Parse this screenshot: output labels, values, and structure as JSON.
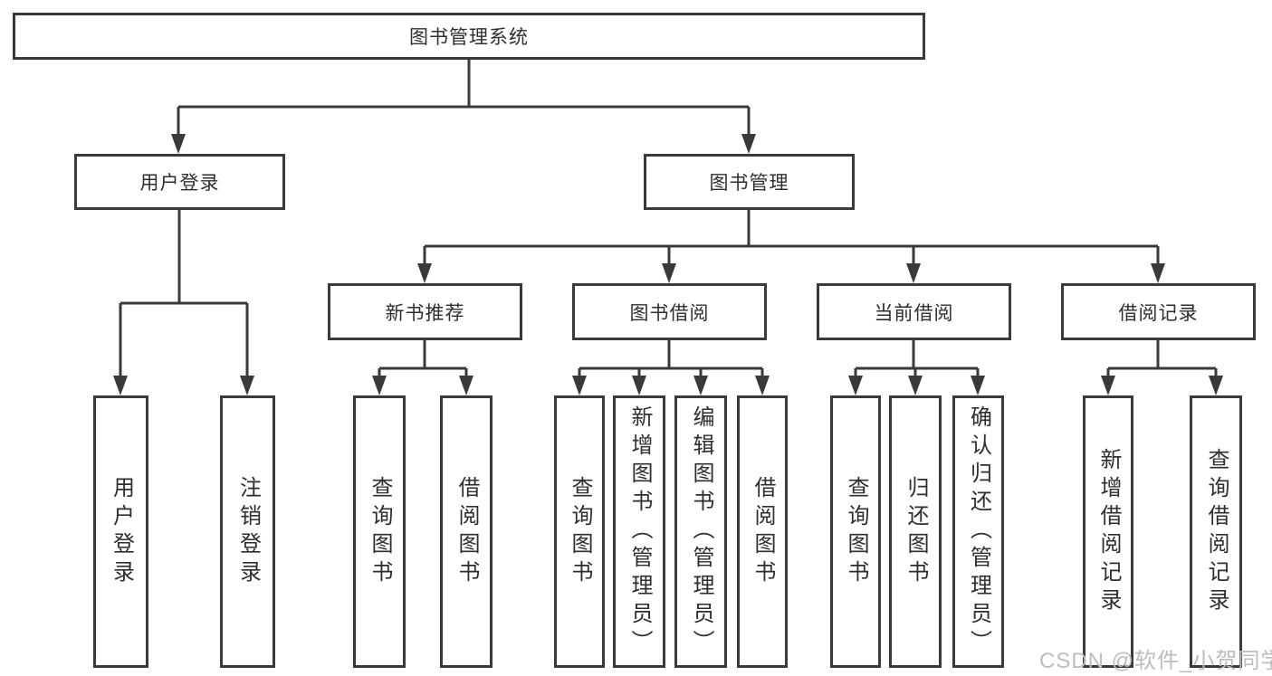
{
  "diagram": {
    "title_node": {
      "label": "图书管理系统"
    },
    "level2": [
      {
        "label": "用户登录"
      },
      {
        "label": "图书管理"
      }
    ],
    "level3": [
      {
        "label": "新书推荐"
      },
      {
        "label": "图书借阅"
      },
      {
        "label": "当前借阅"
      },
      {
        "label": "借阅记录"
      }
    ],
    "leaves": [
      {
        "label": "用户登录",
        "parent": "用户登录"
      },
      {
        "label": "注销登录",
        "parent": "用户登录"
      },
      {
        "label": "查询图书",
        "parent": "新书推荐"
      },
      {
        "label": "借阅图书",
        "parent": "新书推荐"
      },
      {
        "label": "查询图书",
        "parent": "图书借阅"
      },
      {
        "label": "新增图书（管理员）",
        "parent": "图书借阅"
      },
      {
        "label": "编辑图书（管理员）",
        "parent": "图书借阅"
      },
      {
        "label": "借阅图书",
        "parent": "图书借阅"
      },
      {
        "label": "查询图书",
        "parent": "当前借阅"
      },
      {
        "label": "归还图书",
        "parent": "当前借阅"
      },
      {
        "label": "确认归还（管理员）",
        "parent": "当前借阅"
      },
      {
        "label": "新增借阅记录",
        "parent": "借阅记录"
      },
      {
        "label": "查询借阅记录",
        "parent": "借阅记录"
      }
    ]
  },
  "watermark": {
    "text": "CSDN @软件_小贺同学"
  },
  "colors": {
    "line": "#3a3a3a",
    "box_border": "#3a3a3a",
    "text": "#2e2e2e",
    "watermark": "#bdbdbd",
    "background": "#ffffff"
  }
}
